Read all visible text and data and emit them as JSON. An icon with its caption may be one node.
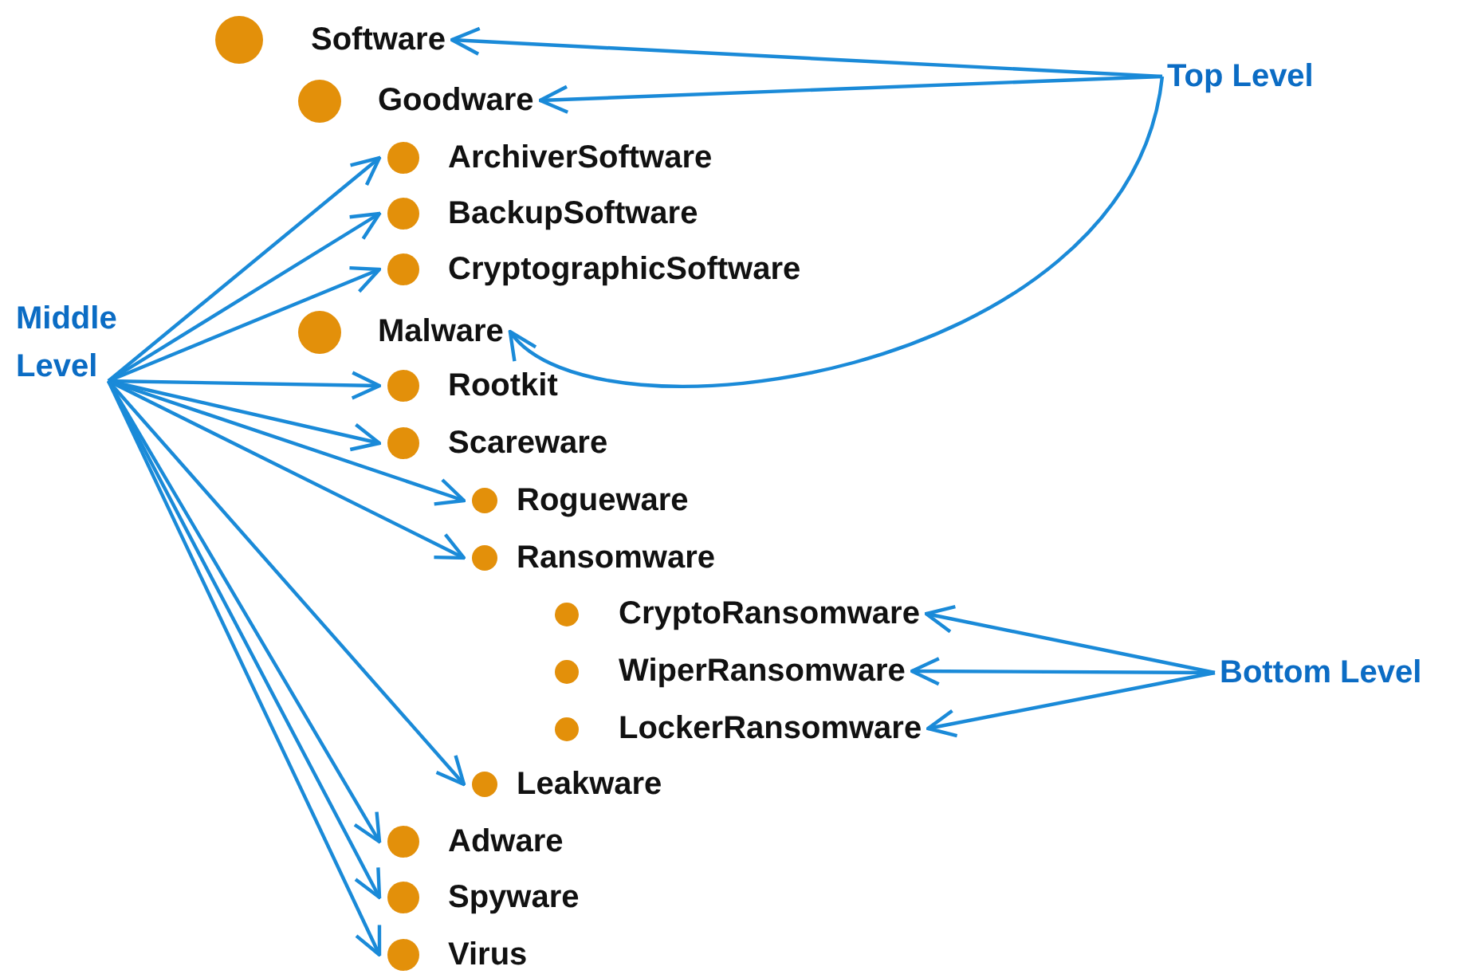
{
  "diagram": {
    "nodes": [
      {
        "text": [
          "Software"
        ]
      },
      {
        "text": [
          "Goodware"
        ]
      },
      {
        "text": [
          "ArchiverSoftware"
        ]
      },
      {
        "text": [
          "BackupSoftware"
        ]
      },
      {
        "text": [
          "CryptographicSoftware"
        ]
      },
      {
        "text": [
          "Malware"
        ]
      },
      {
        "text": [
          "Rootkit"
        ]
      },
      {
        "text": [
          "Scareware"
        ]
      },
      {
        "text": [
          "Rogueware"
        ]
      },
      {
        "text": [
          "Ransomware"
        ]
      },
      {
        "text": [
          "CryptoRansomware"
        ]
      },
      {
        "text": [
          "WiperRansomware"
        ]
      },
      {
        "text": [
          "LockerRansomware"
        ]
      },
      {
        "text": [
          "Leakware"
        ]
      },
      {
        "text": [
          "Adware"
        ]
      },
      {
        "text": [
          "Spyware"
        ]
      },
      {
        "text": [
          "Virus"
        ]
      },
      {
        "text": [
          "Top Level"
        ]
      },
      {
        "text": [
          "Middle Level"
        ]
      },
      {
        "text": [
          "Bottom Level"
        ]
      }
    ],
    "edges": [
      {
        "from": 17,
        "to": 0,
        "arrow": "to"
      },
      {
        "from": 17,
        "to": 1,
        "arrow": "to"
      },
      {
        "from": 17,
        "to": 5,
        "arrow": "to"
      },
      {
        "from": 18,
        "to": 2,
        "arrow": "to"
      },
      {
        "from": 18,
        "to": 3,
        "arrow": "to"
      },
      {
        "from": 18,
        "to": 4,
        "arrow": "to"
      },
      {
        "from": 18,
        "to": 6,
        "arrow": "to"
      },
      {
        "from": 18,
        "to": 7,
        "arrow": "to"
      },
      {
        "from": 18,
        "to": 8,
        "arrow": "to"
      },
      {
        "from": 18,
        "to": 9,
        "arrow": "to"
      },
      {
        "from": 18,
        "to": 13,
        "arrow": "to"
      },
      {
        "from": 18,
        "to": 14,
        "arrow": "to"
      },
      {
        "from": 18,
        "to": 15,
        "arrow": "to"
      },
      {
        "from": 18,
        "to": 16,
        "arrow": "to"
      },
      {
        "from": 19,
        "to": 10,
        "arrow": "to"
      },
      {
        "from": 19,
        "to": 11,
        "arrow": "to"
      },
      {
        "from": 19,
        "to": 12,
        "arrow": "to"
      }
    ]
  }
}
